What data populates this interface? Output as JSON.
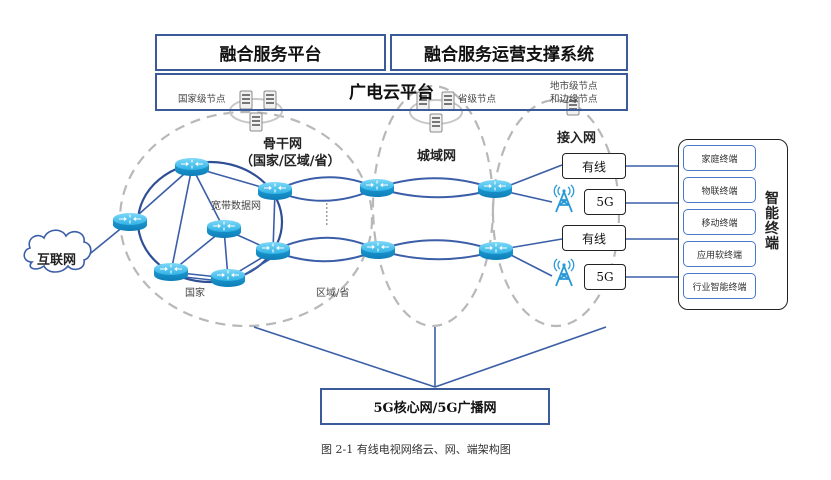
{
  "platforms": {
    "fusion_service": "融合服务平台",
    "fusion_ops": "融合服务运营支撑系统",
    "cloud": "广电云平台"
  },
  "node_labels": {
    "national": "国家级节点",
    "provincial": "省级节点",
    "city_edge_line1": "地市级节点",
    "city_edge_line2": "和边缘节点"
  },
  "networks": {
    "backbone_title": "骨干网",
    "backbone_sub": "（国家/区域/省）",
    "broadband": "宽带数据网",
    "national": "国家",
    "region_province": "区域/省",
    "metro": "城域网",
    "access": "接入网",
    "internet": "互联网"
  },
  "access_items": [
    {
      "label": "有线",
      "type": "wired"
    },
    {
      "label": "5G",
      "type": "5g"
    },
    {
      "label": "有线",
      "type": "wired"
    },
    {
      "label": "5G",
      "type": "5g"
    }
  ],
  "terminals": {
    "group_label": "智能终端",
    "items": [
      "家庭终端",
      "物联终端",
      "移动终端",
      "应用软终端",
      "行业智能终端"
    ]
  },
  "core": "5G核心网/5G广播网",
  "caption": "图 2-1  有线电视网络云、网、端架构图",
  "ellipsis": "……",
  "colors": {
    "frame_blue": "#3a5a9a",
    "link_blue": "#3b5ea8",
    "router_cyan": "#29b6e8",
    "dash_gray": "#b8b8b8",
    "terminal_blue": "#4a78c8"
  }
}
